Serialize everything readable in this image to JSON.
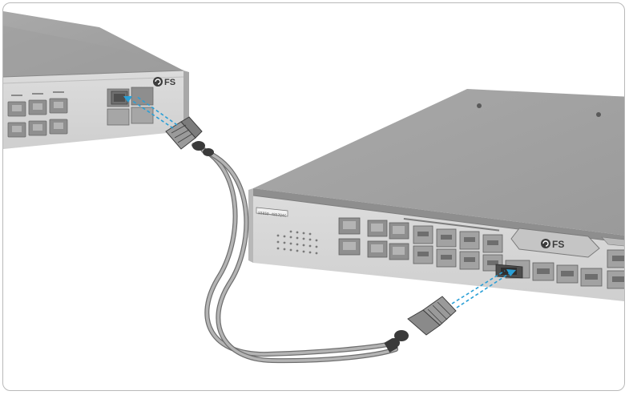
{
  "left_switch": {
    "brand": "FS"
  },
  "right_switch": {
    "brand": "FS",
    "model_label": "S5850-48S2Q4C"
  },
  "colors": {
    "switch_body": "#9a9a9a",
    "switch_top": "#b0b0b0",
    "switch_front": "#d7d7d7",
    "cable": "#9c9c9c",
    "guide_line": "#2a9fd6",
    "frame": "#b9b9b9"
  },
  "icons": [
    "fs-logo-icon",
    "lc-connector-icon",
    "sfp-port-icon",
    "rj45-port-icon"
  ]
}
